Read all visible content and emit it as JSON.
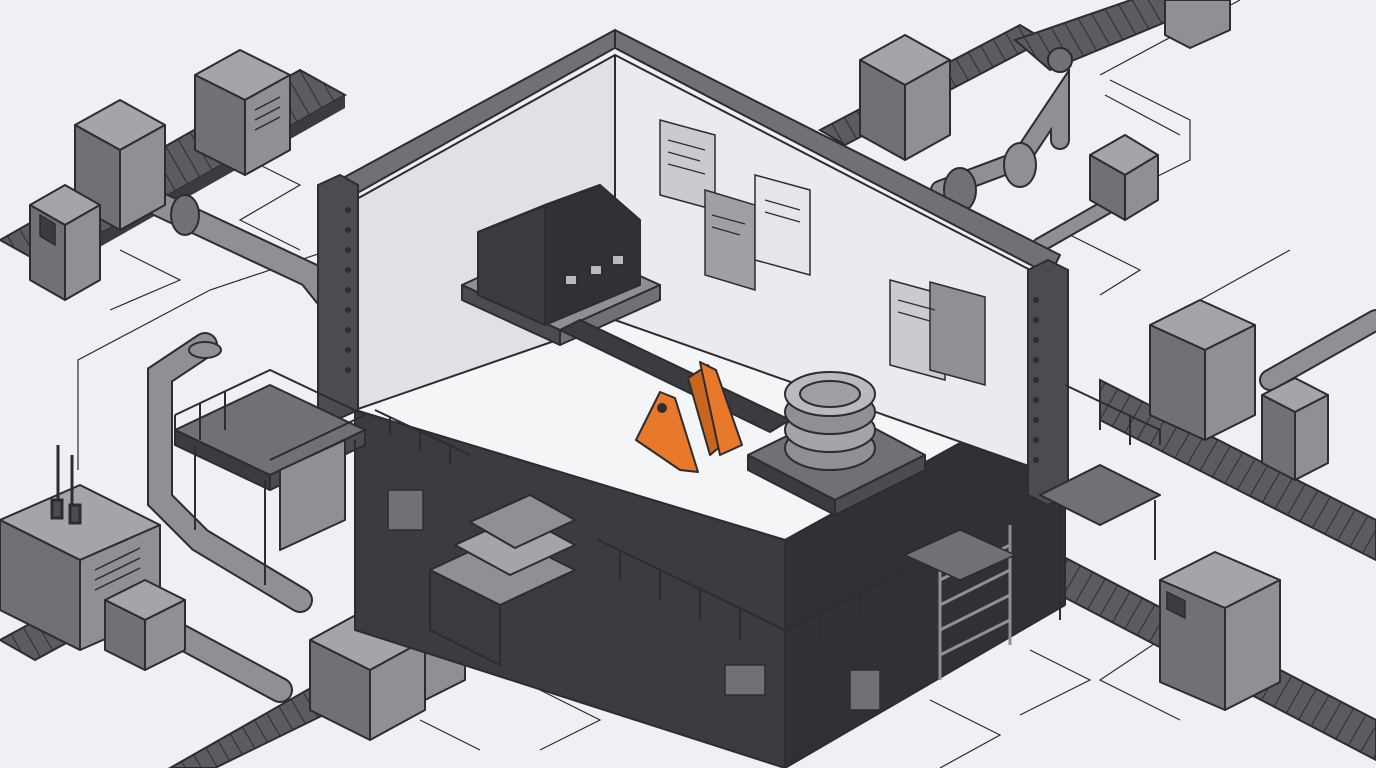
{
  "scene": {
    "style": "isometric line illustration",
    "colors": {
      "background": "#eef0f3",
      "outline": "#2b2d31",
      "machine_light": "#8e9095",
      "machine_mid": "#6f7176",
      "machine_dark": "#4a4c50",
      "floor": "#f4f5f7",
      "wall": "#dfe1e4",
      "accent": "#e8782a"
    },
    "icons": [
      "conveyor-belt",
      "scanner-machine",
      "control-terminal",
      "pipe",
      "factory-building",
      "stacked-discs",
      "warning-bracket",
      "document-panel",
      "ladder",
      "staircase",
      "railing"
    ]
  }
}
